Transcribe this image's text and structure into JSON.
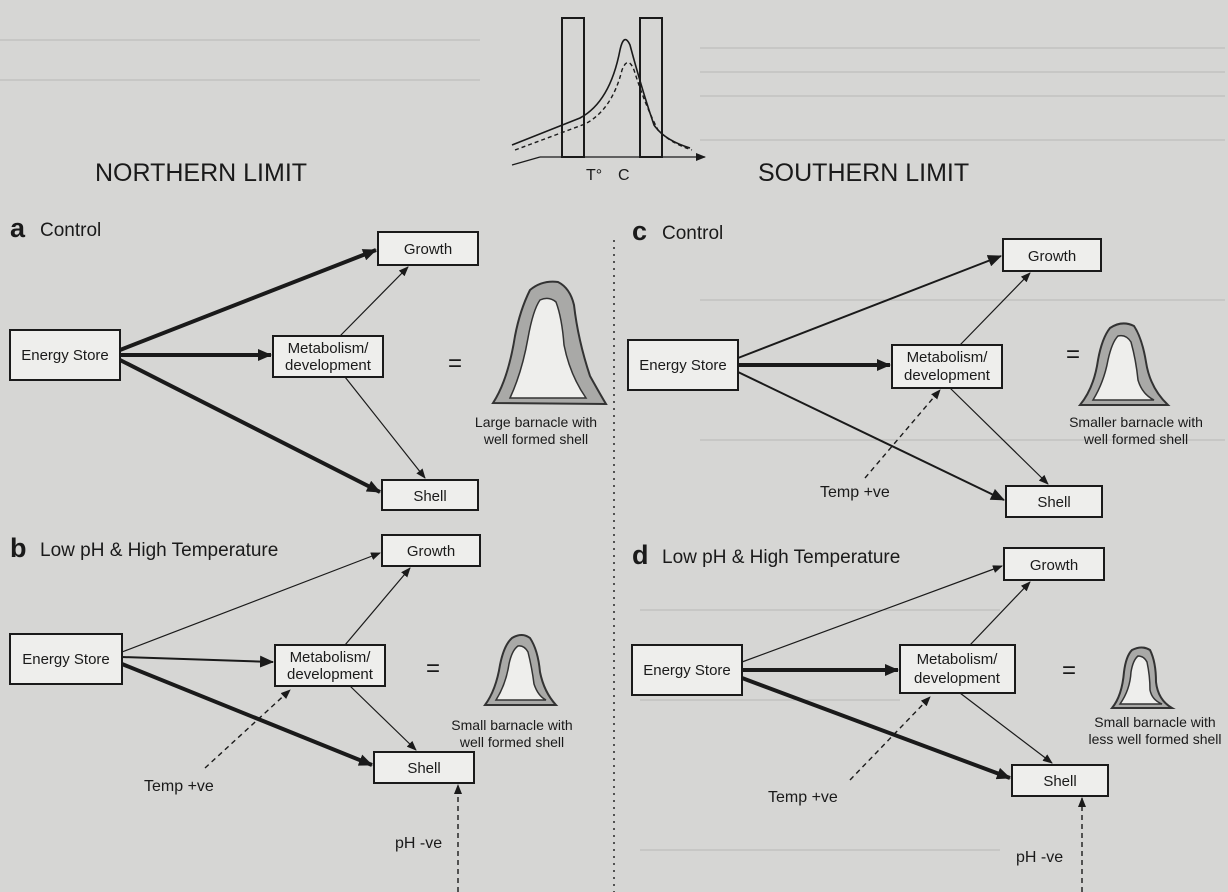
{
  "titles": {
    "northern": "NORTHERN LIMIT",
    "southern": "SOUTHERN LIMIT"
  },
  "inset": {
    "label_t": "T°",
    "label_c": "C"
  },
  "panels": {
    "a": {
      "letter": "a",
      "label": "Control",
      "energy": "Energy Store",
      "metab_1": "Metabolism/",
      "metab_2": "development",
      "growth": "Growth",
      "shell": "Shell",
      "equals": "=",
      "caption_1": "Large barnacle with",
      "caption_2": "well formed shell"
    },
    "b": {
      "letter": "b",
      "label": "Low pH & High Temperature",
      "energy": "Energy Store",
      "metab_1": "Metabolism/",
      "metab_2": "development",
      "growth": "Growth",
      "shell": "Shell",
      "equals": "=",
      "caption_1": "Small barnacle with",
      "caption_2": "well formed shell",
      "temp": "Temp +ve",
      "ph": "pH -ve"
    },
    "c": {
      "letter": "c",
      "label": "Control",
      "energy": "Energy Store",
      "metab_1": "Metabolism/",
      "metab_2": "development",
      "growth": "Growth",
      "shell": "Shell",
      "equals": "=",
      "caption_1": "Smaller barnacle with",
      "caption_2": "well formed shell",
      "temp": "Temp +ve"
    },
    "d": {
      "letter": "d",
      "label": "Low pH & High Temperature",
      "energy": "Energy Store",
      "metab_1": "Metabolism/",
      "metab_2": "development",
      "growth": "Growth",
      "shell": "Shell",
      "equals": "=",
      "caption_1": "Small barnacle with",
      "caption_2": "less well formed shell",
      "temp": "Temp +ve",
      "ph": "pH -ve"
    }
  }
}
